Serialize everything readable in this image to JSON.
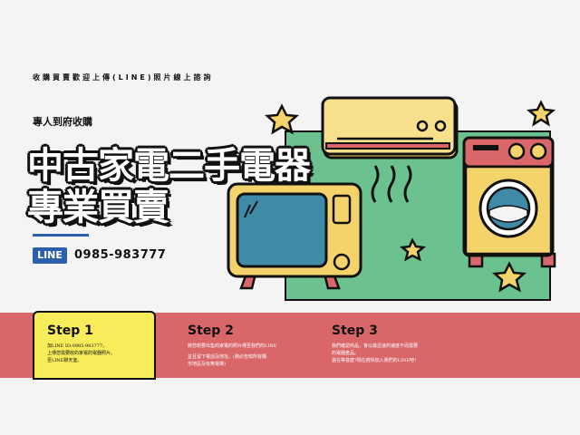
{
  "header": {
    "tagline": "收購買賣歡迎上傳(LINE)照片線上諮詢",
    "subtitle": "專人到府收購",
    "title_line1": "中古家電二手電器",
    "title_line2": "專業買賣"
  },
  "contact": {
    "badge": "LINE",
    "phone": "0985-983777"
  },
  "steps": [
    {
      "label": "Step 1",
      "text1": "加LINE ID:0985-983777。",
      "text2": "上傳您需要收的家電的電器照片。",
      "text3": "至LINE聊天室。"
    },
    {
      "label": "Step 2",
      "text1": "將您想要出售的家電的照片傳至我們的LINE",
      "text2": "並且留下電話及地址。(務必告知所有購",
      "text3": "市地區及有無電梯)"
    },
    {
      "label": "Step 3",
      "text1": "我們確認商品，會以最迅速的速度不而需要",
      "text2": "的電器產品。",
      "text3": "還在等甚麼?現在趕快加入我們的LINE吧！"
    }
  ],
  "colors": {
    "green": "#6cc28f",
    "yellow": "#f4d36b",
    "teal": "#3f8aa6",
    "red": "#d9676a",
    "blue": "#2b5fab"
  }
}
